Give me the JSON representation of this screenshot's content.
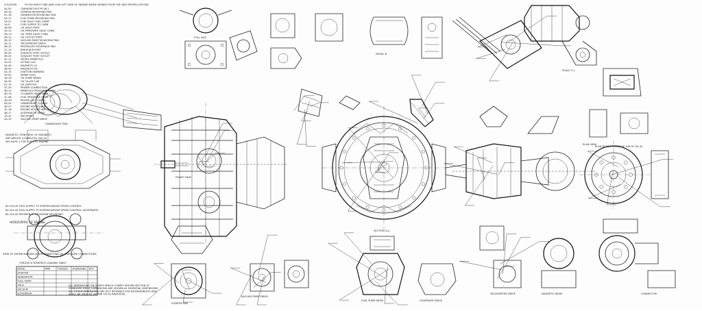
{
  "title_block": {
    "location_heading": "LOCATION",
    "view_note": "FIG 6A RIGHT SIDE AND LOW LEFT SIDE OF ENGINE WHEN VIEWED FROM THE ANTI-PROPELLOR END"
  },
  "legend_rows": [
    {
      "code": "3A-55",
      "text": "CARBURETOR-TYP 4B-1"
    },
    {
      "code": "3A-18",
      "text": "STARTER MOUNTING PAD"
    },
    {
      "code": "5C-18",
      "text": "GENERATOR MOUNTING PAD"
    },
    {
      "code": "5A-17",
      "text": "FUEL PUMP MOUNTING PAD"
    },
    {
      "code": "1A-21",
      "text": "FUEL INLET FUEL PUMP"
    },
    {
      "code": "1A-9",
      "text": "FUEL SUPPLY TO CARB"
    },
    {
      "code": "1B-98",
      "text": "OIL INLET PORT"
    },
    {
      "code": "5A-10",
      "text": "OIL PRESSURE GAGE CONN"
    },
    {
      "code": "3D-12",
      "text": "OIL TEMP GAGE CONN"
    },
    {
      "code": "2B-12",
      "text": "OIL OUTLET PORT"
    },
    {
      "code": "2B-15",
      "text": "VACUUM PUMP MOUNTING PAD"
    },
    {
      "code": "2A-11",
      "text": "TACHOMETER DRIVE"
    },
    {
      "code": "3B-10",
      "text": "PROPELLER GOVERNOR PAD"
    },
    {
      "code": "1C-14",
      "text": "BREATHER PORT"
    },
    {
      "code": "4A-30",
      "text": "EXHAUST PORT OUTLET"
    },
    {
      "code": "3B-25",
      "text": "EXHAUST PORT OUTLET"
    },
    {
      "code": "4C-11",
      "text": "INTAKE MANIFOLD"
    },
    {
      "code": "2A-31",
      "text": "LIFTING LUG"
    },
    {
      "code": "3A-40",
      "text": "MAGNETO LH"
    },
    {
      "code": "3B-40",
      "text": "MAGNETO RH"
    },
    {
      "code": "4A-15",
      "text": "IGNITION HARNESS"
    },
    {
      "code": "5A-02",
      "text": "SPARK PLUG"
    },
    {
      "code": "1B-16",
      "text": "OIL SUMP DRAIN"
    },
    {
      "code": "3A-35",
      "text": "OIL FILLER CAP"
    },
    {
      "code": "2C-14",
      "text": "OIL DIPSTICK"
    },
    {
      "code": "3C-29",
      "text": "PRIMER CONNECTION"
    },
    {
      "code": "5B-12",
      "text": "MANIFOLD PRESSURE CONN"
    },
    {
      "code": "4D-20",
      "text": "CYLINDER HEAD TEMP"
    },
    {
      "code": "1C-08",
      "text": "FUEL PRESSURE GAGE"
    },
    {
      "code": "3D-44",
      "text": "PROPELLER FLANGE"
    },
    {
      "code": "5A-20",
      "text": "CRANKSHAFT FLANGE"
    },
    {
      "code": "2B-27",
      "text": "ENGINE MOUNT PAD"
    },
    {
      "code": "3C-18",
      "text": "ENGINE MOUNT PAD"
    },
    {
      "code": "4B-17",
      "text": "ALTERNATOR DRIVE"
    },
    {
      "code": "1A-33",
      "text": "AIR INTAKE"
    },
    {
      "code": "2A-19",
      "text": "VACUUM PUMP DRIVE"
    }
  ],
  "notes": {
    "magneto_block": "MAGNETO, POINT BOX, OF MAGNETO",
    "dry_wet": "DRY WEIGHT (COMPLETE) 340 LB",
    "mount_note": "SEE NOTE 1 FOR SUPPORT ENGINE",
    "remarks": [
      "80-150-40  FUEL SUPPLY TO SUPERCHARGED SPEED CONTROL",
      "80-150-40  FUEL SUPPLY TO SUPERCHARGED SPEED CONTROL (ALTERNATE)",
      "80-150-40  REFERENCE 3/8 ENGINE MOUNTING"
    ],
    "horizontal": "HORIZONTAL OF ENGINE",
    "view_supercharger": "VIEW OF SUPERCHARGED INTERCONNECTING OIL PRESSURE CONNECTIONS",
    "general_note": "ALL DIMENSIONS ON DRIVES WHICH COMPLY WITHIN SECTION OF STANDARD DRIVE DIMENSIONS ARE SHOWN AS ESSENTIAL DIMENSIONS. ALL OTHER DIMENSIONS ARE NOT INTENDED FOR REQUIREMENTS AND SHALL BE USED AS SHOWN OR AS INDICATED."
  },
  "torque_table": {
    "title": "TORQUE & MOMENTS LOADING TABLE",
    "headers": [
      "DRIVE",
      "RPM",
      "TORQUE",
      "OVERHANG",
      "ROT"
    ],
    "rows": [
      [
        "STARTER",
        "",
        "",
        "",
        ""
      ],
      [
        "GENERATOR",
        "",
        "",
        "",
        ""
      ],
      [
        "FUEL PUMP",
        "",
        "",
        "",
        ""
      ],
      [
        "TACH",
        "",
        "",
        "",
        ""
      ],
      [
        "VACUUM",
        "",
        "",
        "",
        ""
      ],
      [
        "GOVERNOR",
        "",
        "",
        "",
        ""
      ]
    ]
  },
  "views": {
    "crankshaft_end": "CRANKSHAFT END",
    "rear_view": "FRONT VIEW",
    "full_size": "FULL SIZE",
    "section_a": "SECTION A-A",
    "detail_b": "DETAIL B",
    "plan_view": "PLAN VIEW",
    "vacuum_pad": "VACUUM PUMP DRIVE",
    "fuel_pump_drive": "FUEL PUMP DRIVE",
    "governor_drive": "GOVERNOR DRIVE",
    "starter_pad": "STARTER PAD",
    "scale_2_1": "SCALE 2:1",
    "prop_flange": "PLAN DEVELOPMENT OF LUB AT OIL IN",
    "tach_drive": "TACHOMETER DRIVE",
    "connector": "CONNECTOR",
    "mag_drive": "MAGNETO DRIVE"
  },
  "colors": {
    "ink": "#222222",
    "paper": "#fdfdfd"
  }
}
